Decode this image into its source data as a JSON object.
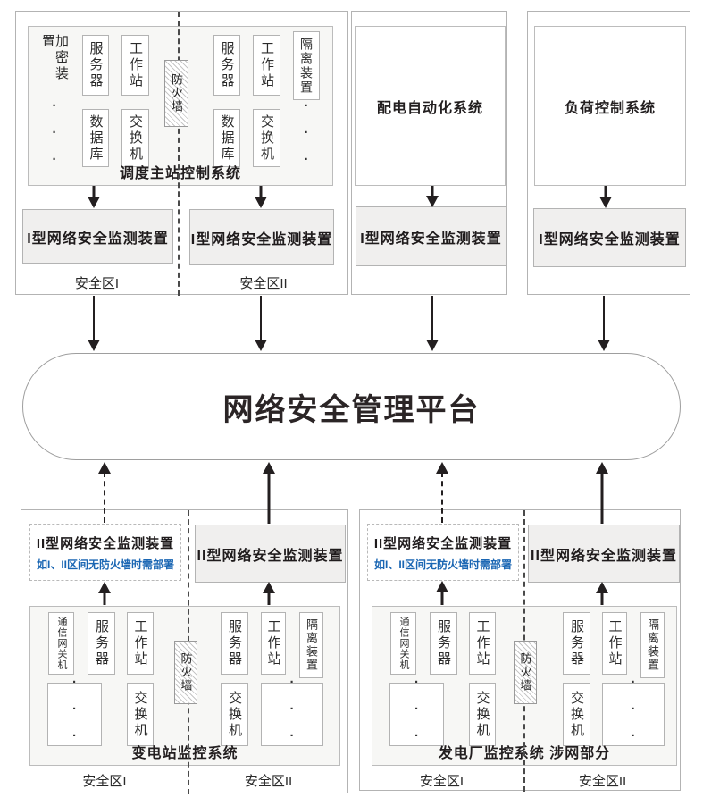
{
  "palette": {
    "note_blue": "#1a66b3",
    "line_dark": "#231f20",
    "monitor_fill": "#f0efee",
    "system_fill": "#f7f7f5",
    "border_gray": "#b3b3b3"
  },
  "platform": {
    "label": "网络安全管理平台"
  },
  "devices": {
    "encryption_device": "加密装置",
    "server": "服务器",
    "workstation": "工作站",
    "database": "数据库",
    "switch": "交换机",
    "firewall": "防火墙",
    "isolation_device": "隔离装置",
    "comm_gateway": "通信网关机",
    "ellipsis": "···"
  },
  "monitors": {
    "type1": "I型网络安全监测装置",
    "type2": "II型网络安全监测装置"
  },
  "zones": {
    "zone1": "安全区I",
    "zone2": "安全区II"
  },
  "systems": {
    "dispatch": "调度主站控制系统",
    "distribution": "配电自动化系统",
    "load_control": "负荷控制系统",
    "substation": "变电站监控系统",
    "power_plant": "发电厂监控系统 涉网部分"
  },
  "notes": {
    "deploy_note": "如I、II区间无防火墙时需部署"
  }
}
